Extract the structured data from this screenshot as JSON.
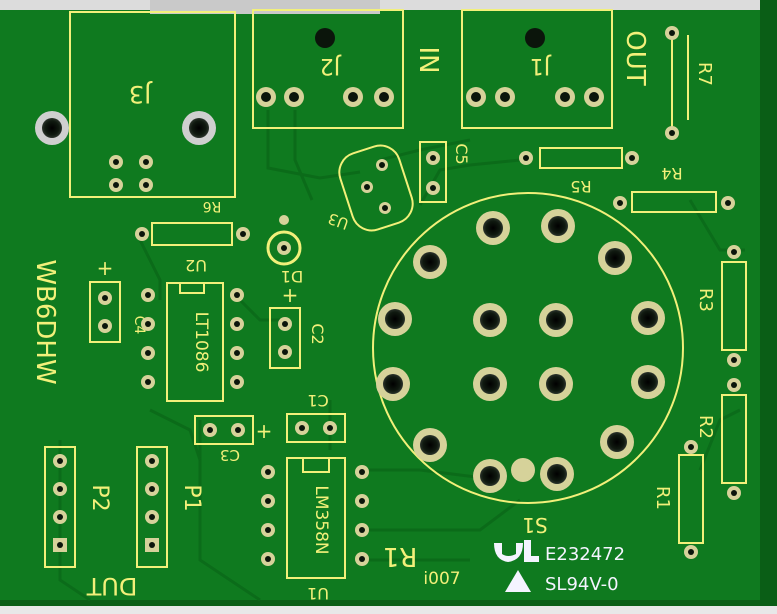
{
  "colors": {
    "board": "#0f7a1f",
    "board_dark": "#0a5e16",
    "trace": "#138c27",
    "silk": "#f2f07a",
    "pad": "#d6d29a",
    "hole": "#0b150b",
    "marking": "#f4f4ff"
  },
  "silkscreen": {
    "j3": "J3",
    "j2": "J2",
    "j1": "J1",
    "in": "IN",
    "out": "OUT",
    "c5": "C5",
    "r6": "R6",
    "r5": "R5",
    "r4": "R4",
    "r7": "R7",
    "r3": "R3",
    "r2": "R2",
    "r1_right": "R1",
    "u3": "U3",
    "d1": "D1",
    "u2": "U2",
    "u2_part": "LT1086",
    "c4": "C4",
    "c2": "C2",
    "c1": "C1",
    "c3": "C3",
    "u1": "U1",
    "u1_part": "LM358N",
    "r1_bottom": "R1",
    "p2": "P2",
    "p1": "P1",
    "dut": "DUT",
    "s1": "S1",
    "brand": "WB6DHW",
    "version": "i007",
    "plus": "+"
  },
  "markings": {
    "ul_file": "E232472",
    "flammability": "SL94V-0"
  }
}
